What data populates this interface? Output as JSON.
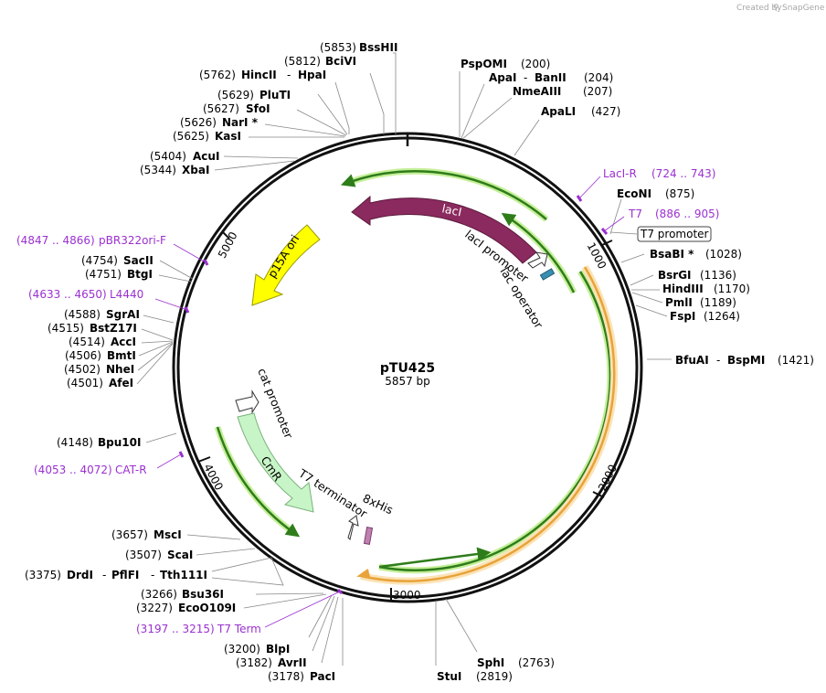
{
  "credit": {
    "prefix": "Created by",
    "brand": "SnapGene"
  },
  "plasmid": {
    "name": "pTU425",
    "length_label": "5857 bp"
  },
  "ticks": [
    "1000",
    "2000",
    "3000",
    "4000",
    "5000"
  ],
  "enzymes": [
    {
      "pos": "(5853)",
      "name": "BssHII"
    },
    {
      "pos": "(5812)",
      "name": "BciVI"
    },
    {
      "pos": "(5762)",
      "name": "HincII",
      "name2": "HpaI"
    },
    {
      "pos": "(5629)",
      "name": "PluTI"
    },
    {
      "pos": "(5627)",
      "name": "SfoI"
    },
    {
      "pos": "(5626)",
      "name": "NarI *"
    },
    {
      "pos": "(5625)",
      "name": "KasI"
    },
    {
      "pos": "(5404)",
      "name": "AcuI"
    },
    {
      "pos": "(5344)",
      "name": "XbaI"
    },
    {
      "pos": "(4754)",
      "name": "SacII"
    },
    {
      "pos": "(4751)",
      "name": "BtgI"
    },
    {
      "pos": "(4588)",
      "name": "SgrAI"
    },
    {
      "pos": "(4515)",
      "name": "BstZ17I"
    },
    {
      "pos": "(4514)",
      "name": "AccI"
    },
    {
      "pos": "(4506)",
      "name": "BmtI"
    },
    {
      "pos": "(4502)",
      "name": "NheI"
    },
    {
      "pos": "(4501)",
      "name": "AfeI"
    },
    {
      "pos": "(4148)",
      "name": "Bpu10I"
    },
    {
      "pos": "(3657)",
      "name": "MscI"
    },
    {
      "pos": "(3507)",
      "name": "ScaI"
    },
    {
      "pos": "(3375)",
      "name": "DrdI",
      "name2": "PflFI",
      "name3": "Tth111I"
    },
    {
      "pos": "(3266)",
      "name": "Bsu36I"
    },
    {
      "pos": "(3227)",
      "name": "EcoO109I"
    },
    {
      "pos": "(3200)",
      "name": "BlpI"
    },
    {
      "pos": "(3182)",
      "name": "AvrII"
    },
    {
      "pos": "(3178)",
      "name": "PacI"
    },
    {
      "pos": "(2819)",
      "name": "StuI"
    },
    {
      "pos": "(2763)",
      "name": "SphI"
    },
    {
      "pos": "(200)",
      "name": "PspOMI"
    },
    {
      "pos": "(204)",
      "name": "ApaI",
      "name2": "BanII"
    },
    {
      "pos": "(207)",
      "name": "NmeAIII"
    },
    {
      "pos": "(427)",
      "name": "ApaLI"
    },
    {
      "pos": "(875)",
      "name": "EcoNI"
    },
    {
      "pos": "(1028)",
      "name": "BsaBI *"
    },
    {
      "pos": "(1136)",
      "name": "BsrGI"
    },
    {
      "pos": "(1170)",
      "name": "HindIII"
    },
    {
      "pos": "(1189)",
      "name": "PmlI"
    },
    {
      "pos": "(1264)",
      "name": "FspI"
    },
    {
      "pos": "(1421)",
      "name": "BfuAI",
      "name2": "BspMI"
    }
  ],
  "primer_sites": [
    {
      "name": "pBR322ori-F",
      "range": "(4847 .. 4866)"
    },
    {
      "name": "L4440",
      "range": "(4633 .. 4650)"
    },
    {
      "name": "CAT-R",
      "range": "(4053 .. 4072)"
    },
    {
      "name": "T7 Term",
      "range": "(3197 .. 3215)"
    },
    {
      "name": "LacI-R",
      "range": "(724 .. 743)"
    },
    {
      "name": "T7",
      "range": "(886 .. 905)"
    }
  ],
  "features": {
    "laci": "lacI",
    "p15a": "p15A ori",
    "cmr": "CmR",
    "laci_promoter": "lacI promoter",
    "lac_operator": "lac operator",
    "cat_promoter": "cat promoter",
    "t7_terminator": "T7 terminator",
    "his": "8xHis",
    "t7_promoter_box": "T7 promoter"
  },
  "colors": {
    "laci": "#8b2a5e",
    "p15a": "#ffff00",
    "cmr": "#c8f5c8",
    "orf_green": "#2e7d1a",
    "orf_glow": "#c6ef9a",
    "orange": "#e8a33a",
    "orange_glow": "#fbe3b6",
    "primer": "#9b30d0",
    "operator": "#3a8fb0",
    "his": "#c080b0"
  }
}
